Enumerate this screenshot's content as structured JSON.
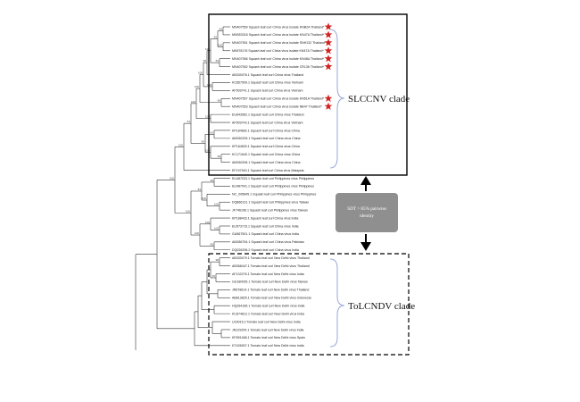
{
  "tree": {
    "taxa": [
      {
        "label": "MN407559 Squash leaf curl China virus isolate KNB2A Thailand*",
        "star": true
      },
      {
        "label": "MN053318 Squash leaf curl China virus isolate KN47A Thailand*",
        "star": true
      },
      {
        "label": "MN407551 Squash leaf curl China virus isolate SNH132 Thailand*",
        "star": true
      },
      {
        "label": "MK878176 Squash leaf curl China virus isolate KN47A Thailand*",
        "star": true
      },
      {
        "label": "MN407556 Squash leaf curl China virus isolate KN48A Thailand*",
        "star": true
      },
      {
        "label": "MN407552 Squash leaf curl China virus isolate CR136 Thailand*",
        "star": true
      },
      {
        "label": "AB330076.1 Squash leaf curl China virus Thailand",
        "star": false
      },
      {
        "label": "KC857509.1 Squash leaf curl China virus Vietnam",
        "star": false
      },
      {
        "label": "AF509741.1 Squash leaf curl China virus Vietnam",
        "star": false
      },
      {
        "label": "MN407557 Squash leaf curl China virus isolate KN51A Thailand*",
        "star": true
      },
      {
        "label": "MN407553 Squash leaf curl China virus isolate NB47 Thailand*",
        "star": true
      },
      {
        "label": "EU643562.1 Squash leaf curl China virus Thailand",
        "star": false
      },
      {
        "label": "AF509743.1 Squash leaf curl China virus Vietnam",
        "star": false
      },
      {
        "label": "KP184682.1 Squash leaf curl China virus China",
        "star": false
      },
      {
        "label": "AM260205.1 Squash leaf curl China virus China",
        "star": false
      },
      {
        "label": "KP184693.1 Squash leaf curl China virus China",
        "star": false
      },
      {
        "label": "KC171640.1 Squash leaf curl China virus China",
        "star": false
      },
      {
        "label": "AM260206.1 Squash leaf curl China virus China",
        "star": false
      },
      {
        "label": "EF197940.1 Squash leaf curl China virus Malaysia",
        "star": false
      },
      {
        "label": "EU487033.1 Squash leaf curl Philippines virus Philippines",
        "star": false
      },
      {
        "label": "EU487041.1 Squash leaf curl Philippines virus Philippines",
        "star": false
      },
      {
        "label": "NC_005845.1 Squash leaf curl Philippines virus Philippines",
        "star": false
      },
      {
        "label": "DQ866131.1 Squash leaf curl Philippines virus Taiwan",
        "star": false
      },
      {
        "label": "JF746196.1 Squash leaf curl Philippines virus Taiwan",
        "star": false
      },
      {
        "label": "KP188433.1 Squash leaf curl China virus India",
        "star": false
      },
      {
        "label": "EU573715.1 Squash leaf curl China virus India",
        "star": false
      },
      {
        "label": "GU867501.1 Squash leaf curl China virus India",
        "star": false
      },
      {
        "label": "AM286794.1 Squash leaf curl China virus Pakistan",
        "star": false
      },
      {
        "label": "DQ026296.2 Squash leaf curl China virus India",
        "star": false
      },
      {
        "label": "AB330079.1 Tomato leaf curl New Delhi virus Thailand",
        "star": false
      },
      {
        "label": "AB368447.1 Tomato leaf curl New Delhi virus Thailand",
        "star": false
      },
      {
        "label": "AF102276.1 Tomato leaf curl New Delhi virus India",
        "star": false
      },
      {
        "label": "GU180095.1 Tomato leaf curl New Delhi virus Taiwan",
        "star": false
      },
      {
        "label": "JN578614.1 Tomato leaf curl New Delhi virus Thailand",
        "star": false
      },
      {
        "label": "AB613825.1 Tomato leaf curl New Delhi virus Indonesia",
        "star": false
      },
      {
        "label": "HQ264185.1 Tomato leaf curl New Delhi virus India",
        "star": false
      },
      {
        "label": "KC874812.1 Tomato leaf curl New Delhi virus India",
        "star": false
      },
      {
        "label": "U15015.2 Tomato leaf curl New Delhi virus India",
        "star": false
      },
      {
        "label": "JN129254.1 Tomato leaf curl New Delhi virus India",
        "star": false
      },
      {
        "label": "KF891468.1 Tomato leaf curl New Delhi virus Spain",
        "star": false
      },
      {
        "label": "KT426907.1 Tomato leaf curl New Delhi virus India",
        "star": false
      }
    ],
    "bootstrap": [
      "99",
      "100",
      "99",
      "84",
      "100",
      "98",
      "100",
      "100",
      "99",
      "100",
      "100",
      "100",
      "65",
      "99",
      "100",
      "96",
      "64",
      "100",
      "99",
      "100",
      "100",
      "83",
      "100",
      "100",
      "89",
      "100",
      "100",
      "100",
      "98",
      "95"
    ]
  },
  "clades": {
    "top_label": "SLCCNV clade",
    "bottom_label": "ToLCNDV clade"
  },
  "note": {
    "line1": "SDT > 85% pairwise",
    "line2": "identity"
  },
  "colors": {
    "star": "#d42020",
    "note_bg": "#8f8f8f",
    "brace": "#9aa8d8"
  }
}
